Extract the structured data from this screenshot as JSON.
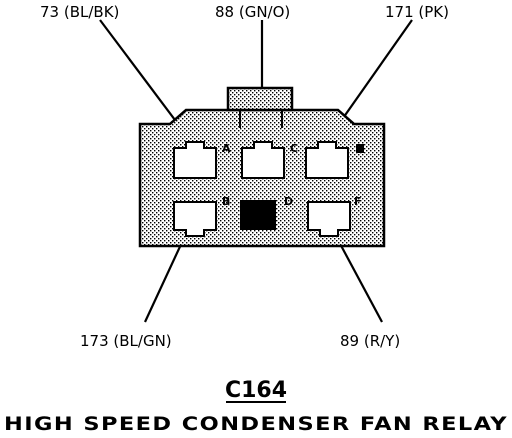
{
  "wires": {
    "a": "73 (BL/BK)",
    "c": "88 (GN/O)",
    "e": "171 (PK)",
    "b": "173 (BL/GN)",
    "f": "89 (R/Y)"
  },
  "pins": {
    "a": "A",
    "c": "C",
    "b": "B",
    "d": "D",
    "f": "F"
  },
  "connector": {
    "id": "C164",
    "title": "HIGH SPEED CONDENSER FAN RELAY"
  },
  "colors": {
    "ink": "#000000",
    "body_fill": "#c8c8c8",
    "background": "#ffffff"
  }
}
